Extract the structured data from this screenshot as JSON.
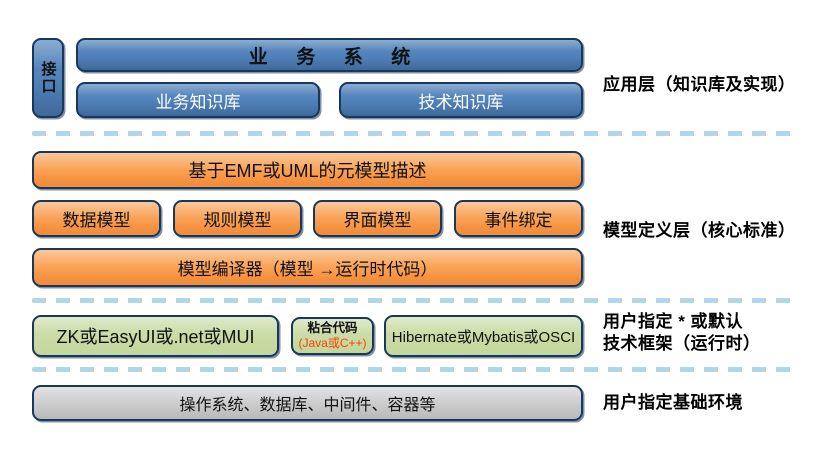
{
  "diagram": {
    "app_layer": {
      "label": "应用层（知识库及实现）",
      "interface_box": "接口",
      "business_system": "业务系统",
      "business_kb": "业务知识库",
      "tech_kb": "技术知识库"
    },
    "model_layer": {
      "label": "模型定义层（核心标准）",
      "meta_model": "基于EMF或UML的元模型描述",
      "models": [
        "数据模型",
        "规则模型",
        "界面模型",
        "事件绑定"
      ],
      "compiler": "模型编译器（模型 →运行时代码）"
    },
    "framework_layer": {
      "label_line1": "用户指定 * 或默认",
      "label_line2": "技术框架（运行时）",
      "ui_box": "ZK或EasyUI或.net或MUI",
      "glue_title": "粘合代码",
      "glue_sub": "(Java或C++)",
      "orm_box": "Hibernate或Mybatis或OSCI"
    },
    "base_layer": {
      "label": "用户指定基础环境",
      "box": "操作系统、数据库、中间件、容器等"
    },
    "colors": {
      "blue": "#4f81b9",
      "orange": "#f79646",
      "green": "#c3d69b",
      "gray": "#c6c6c6",
      "border": "#17375d",
      "dash_line": "#b0d6e8",
      "glue_sub_text": "#ff4000"
    }
  }
}
